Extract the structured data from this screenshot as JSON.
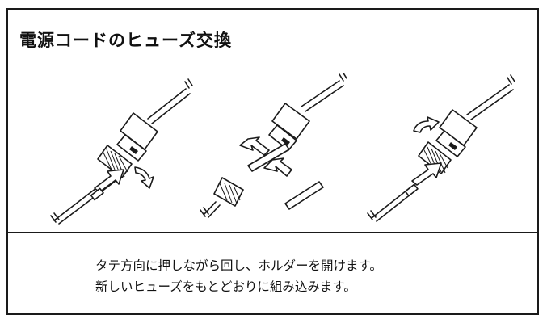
{
  "title": "電源コードのヒューズ交換",
  "instructions": {
    "line1": "タテ方向に押しながら回し、ホルダーを開けます。",
    "line2": "新しいヒューズをもとどおりに組み込みます。"
  },
  "figures": [
    "twist-holder-illustration",
    "open-holder-replace-fuse-illustration",
    "reassemble-holder-illustration"
  ]
}
